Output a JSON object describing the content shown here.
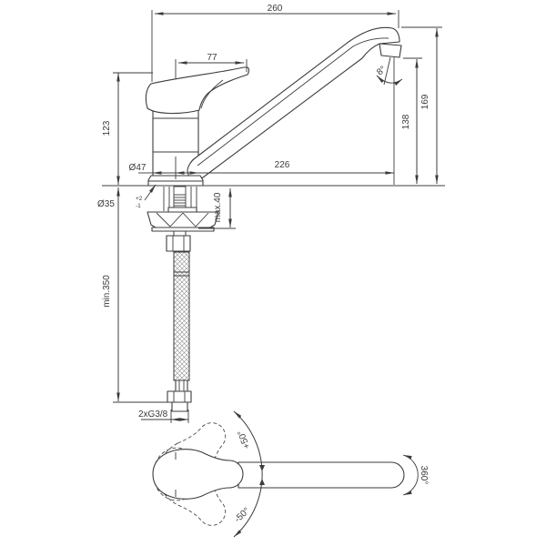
{
  "drawing": {
    "title": "kitchen-sink-mixer-dimension-drawing",
    "line_color": "#3c3c3c",
    "background": "#ffffff",
    "labels": {
      "width_total": "260",
      "handle_length": "77",
      "height_to_handle_top": "123",
      "body_diameter": "Ø47",
      "spout_reach": "226",
      "aerator_angle": "8°",
      "spout_outlet_height": "138",
      "total_height": "169",
      "hole_diameter": "Ø35",
      "hole_tol_plus": "+2",
      "hole_tol_minus": "-1",
      "counter_thickness": "max.40",
      "hose_min_length": "min.350",
      "supply_connection": "2xG3/8",
      "handle_swivel_plus": "+50°",
      "handle_swivel_minus": "-50°",
      "spout_swivel": "360°"
    }
  }
}
